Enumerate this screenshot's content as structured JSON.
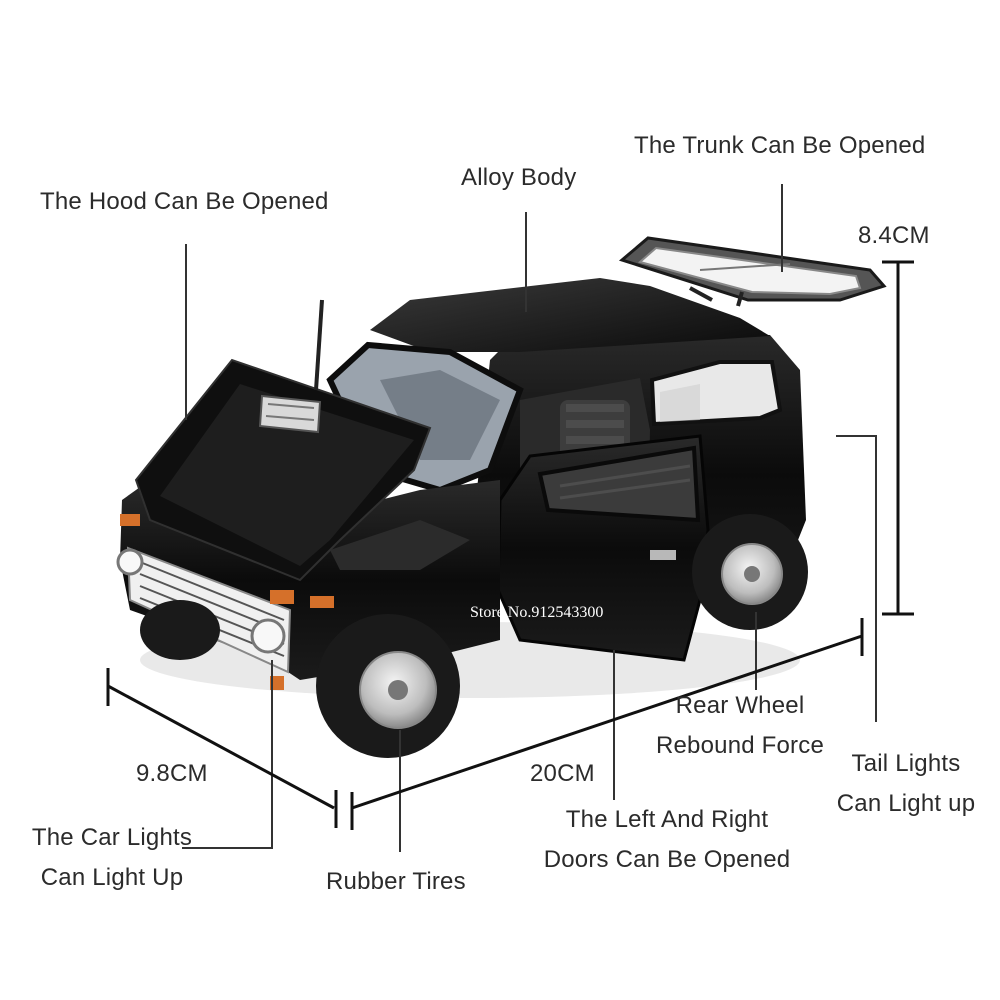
{
  "labels": {
    "hood": "The Hood Can Be Opened",
    "alloy_body": "Alloy Body",
    "trunk": "The Trunk Can Be Opened",
    "height": "8.4CM",
    "rear_wheel_line1": "Rear Wheel",
    "rear_wheel_line2": "Rebound Force",
    "tail_lights_line1": "Tail Lights",
    "tail_lights_line2": "Can Light up",
    "width": "9.8CM",
    "length": "20CM",
    "doors_line1": "The Left And Right",
    "doors_line2": "Doors Can Be Opened",
    "car_lights_line1": "The Car Lights",
    "car_lights_line2": "Can Light Up",
    "rubber_tires": "Rubber Tires"
  },
  "watermark": "Store No.912543300",
  "colors": {
    "car_body": "#0d0d0d",
    "interior": "#3a3a3a",
    "wheel_rim": "#c9c9c9",
    "tire": "#1a1a1a",
    "leader_line": "#333333",
    "indicator": "#d5702a"
  }
}
